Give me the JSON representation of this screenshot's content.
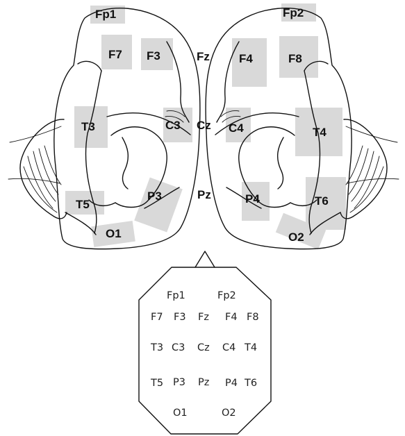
{
  "brain_labels": {
    "fp1": "Fp1",
    "fp2": "Fp2",
    "f7": "F7",
    "f3": "F3",
    "fz": "Fz",
    "f4": "F4",
    "f8": "F8",
    "t3": "T3",
    "c3": "C3",
    "cz": "Cz",
    "c4": "C4",
    "t4": "T4",
    "t5": "T5",
    "p3": "P3",
    "pz": "Pz",
    "p4": "P4",
    "t6": "T6",
    "o1": "O1",
    "o2": "O2"
  },
  "head_map_labels": {
    "fp1": "Fp1",
    "fp2": "Fp2",
    "f7": "F7",
    "f3": "F3",
    "fz": "Fz",
    "f4": "F4",
    "f8": "F8",
    "t3": "T3",
    "c3": "C3",
    "cz": "Cz",
    "c4": "C4",
    "t4": "T4",
    "t5": "T5",
    "p3": "P3",
    "pz": "Pz",
    "p4": "P4",
    "t6": "T6",
    "o1": "O1",
    "o2": "O2"
  },
  "colors": {
    "region_fill": "#d9d9d9",
    "line": "#111111"
  }
}
